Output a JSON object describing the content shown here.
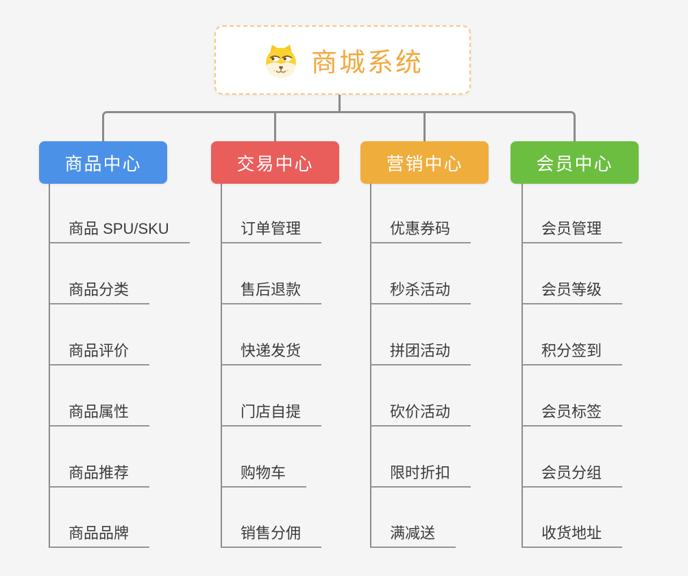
{
  "canvas": {
    "background_color": "#f5f5f6",
    "connector_color": "#8a8a8a"
  },
  "root": {
    "title": "商城系统",
    "icon": "dog-face-icon",
    "title_color": "#f0a93f",
    "border_color": "#f4c97d"
  },
  "branches": [
    {
      "label": "商品中心",
      "color": "#4b91e8",
      "items": [
        "商品 SPU/SKU",
        "商品分类",
        "商品评价",
        "商品属性",
        "商品推荐",
        "商品品牌"
      ]
    },
    {
      "label": "交易中心",
      "color": "#e95d5b",
      "items": [
        "订单管理",
        "售后退款",
        "快递发货",
        "门店自提",
        "购物车",
        "销售分佣"
      ]
    },
    {
      "label": "营销中心",
      "color": "#efad3c",
      "items": [
        "优惠券码",
        "秒杀活动",
        "拼团活动",
        "砍价活动",
        "限时折扣",
        "满减送"
      ]
    },
    {
      "label": "会员中心",
      "color": "#6cbe41",
      "items": [
        "会员管理",
        "会员等级",
        "积分签到",
        "会员标签",
        "会员分组",
        "收货地址"
      ]
    }
  ]
}
